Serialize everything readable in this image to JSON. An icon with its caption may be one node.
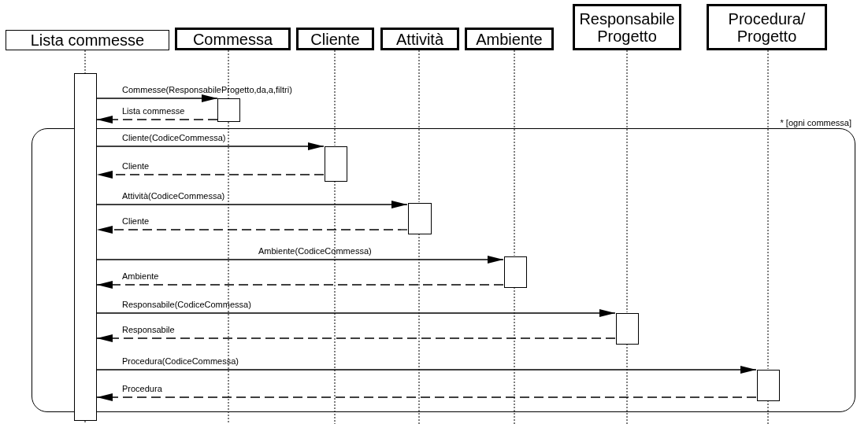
{
  "diagram": {
    "nodes": [
      {
        "text": [
          "Lista commesse"
        ]
      },
      {
        "text": [
          "Commessa"
        ]
      },
      {
        "text": [
          "Cliente"
        ]
      },
      {
        "text": [
          "Attività"
        ]
      },
      {
        "text": [
          "Ambiente"
        ]
      },
      {
        "text": [
          "Responsabile Progetto"
        ]
      },
      {
        "text": [
          "Procedura/ Progetto"
        ]
      },
      {
        "text": [],
        "shape": "box"
      },
      {
        "text": [],
        "shape": "box"
      },
      {
        "text": [
          "* [ogni commessa]"
        ]
      },
      {
        "text": [],
        "shape": "box",
        "in": 9
      },
      {
        "text": [],
        "shape": "box",
        "in": 9
      },
      {
        "text": [],
        "shape": "box",
        "in": 9
      },
      {
        "text": [],
        "shape": "box",
        "in": 9
      },
      {
        "text": [],
        "shape": "box",
        "in": 9
      }
    ],
    "edges": [
      {
        "from": 7,
        "to": 8,
        "arrow": "to",
        "label": "Commesse(ResponsabileProgetto,da,a,filtri)"
      },
      {
        "from": 8,
        "to": 7,
        "arrow": "to",
        "label": "Lista commesse",
        "style": "dashed"
      },
      {
        "from": 7,
        "to": 10,
        "arrow": "to",
        "label": "Cliente(CodiceCommessa)"
      },
      {
        "from": 10,
        "to": 7,
        "arrow": "to",
        "label": "Cliente",
        "style": "dashed"
      },
      {
        "from": 7,
        "to": 11,
        "arrow": "to",
        "label": "Attività(CodiceCommessa)"
      },
      {
        "from": 11,
        "to": 7,
        "arrow": "to",
        "label": "Cliente",
        "style": "dashed"
      },
      {
        "from": 7,
        "to": 12,
        "arrow": "to",
        "label": "Ambiente(CodiceCommessa)"
      },
      {
        "from": 12,
        "to": 7,
        "arrow": "to",
        "label": "Ambiente",
        "style": "dashed"
      },
      {
        "from": 7,
        "to": 13,
        "arrow": "to",
        "label": "Responsabile(CodiceCommessa)"
      },
      {
        "from": 13,
        "to": 7,
        "arrow": "to",
        "label": "Responsabile",
        "style": "dashed"
      },
      {
        "from": 7,
        "to": 14,
        "arrow": "to",
        "label": "Procedura(CodiceCommessa)"
      },
      {
        "from": 14,
        "to": 7,
        "arrow": "to",
        "label": "Procedura",
        "style": "dashed"
      },
      {
        "from": 0,
        "to": 7,
        "arrow": "none",
        "style": "dashed"
      },
      {
        "from": 1,
        "to": 8,
        "arrow": "none",
        "style": "dashed"
      },
      {
        "from": 2,
        "to": 10,
        "arrow": "none",
        "style": "dashed"
      },
      {
        "from": 3,
        "to": 11,
        "arrow": "none",
        "style": "dashed"
      },
      {
        "from": 4,
        "to": 12,
        "arrow": "none",
        "style": "dashed"
      },
      {
        "from": 5,
        "to": 13,
        "arrow": "none",
        "style": "dashed"
      },
      {
        "from": 6,
        "to": 14,
        "arrow": "none",
        "style": "dashed"
      }
    ]
  }
}
